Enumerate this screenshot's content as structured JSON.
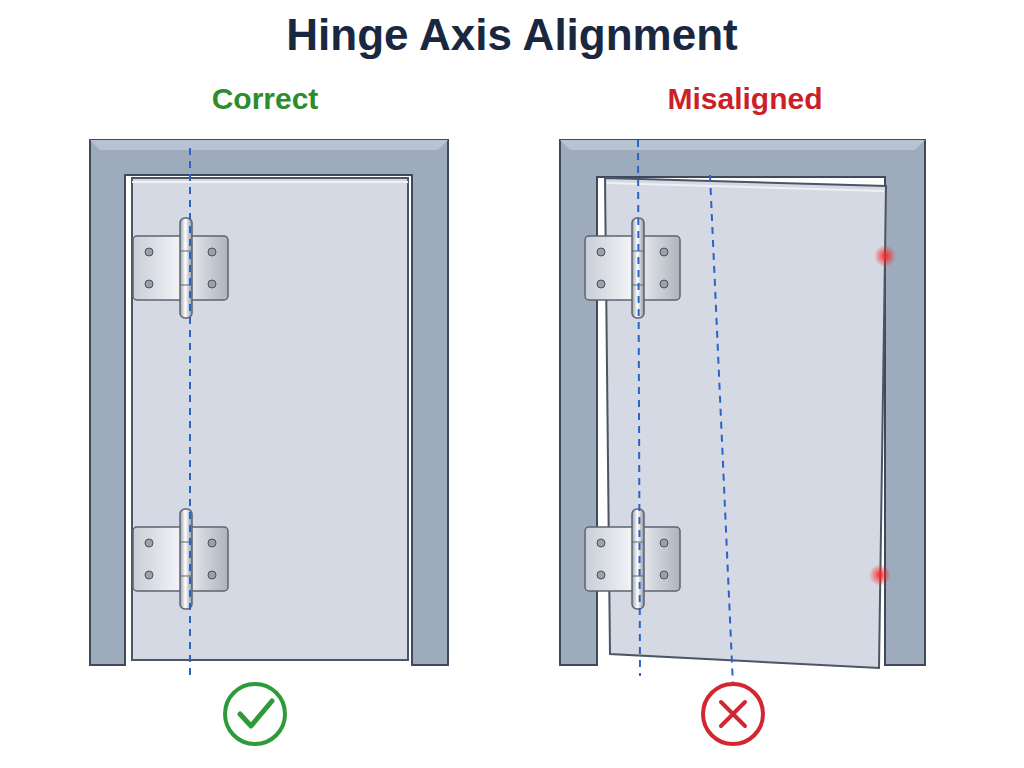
{
  "diagram": {
    "title": "Hinge Axis Alignment",
    "labels": [
      "Correct",
      "Misaligned"
    ]
  }
}
